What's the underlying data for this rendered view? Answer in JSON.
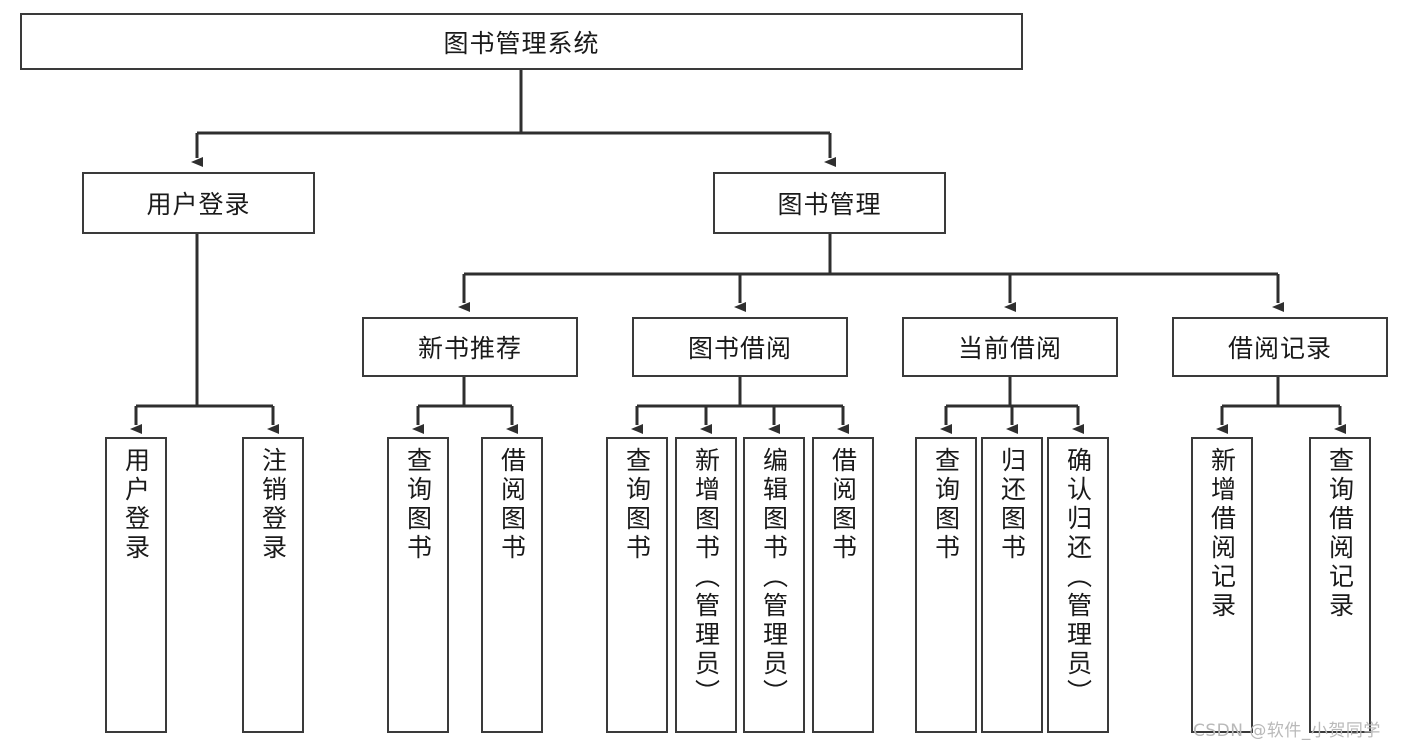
{
  "diagram": {
    "title_text": "图书管理系统",
    "type": "tree-hierarchy",
    "root": {
      "id": "root",
      "label": "图书管理系统"
    },
    "level2": [
      {
        "id": "user-login",
        "label": "用户登录"
      },
      {
        "id": "book-manage",
        "label": "图书管理"
      }
    ],
    "level3": [
      {
        "id": "new-book-rec",
        "label": "新书推荐"
      },
      {
        "id": "book-borrow",
        "label": "图书借阅"
      },
      {
        "id": "current-borrow",
        "label": "当前借阅"
      },
      {
        "id": "borrow-record",
        "label": "借阅记录"
      }
    ],
    "leaves": {
      "user_login": [
        {
          "id": "leaf-user-login",
          "label": "用户登录"
        },
        {
          "id": "leaf-logout-login",
          "label": "注销登录"
        }
      ],
      "new_book_rec": [
        {
          "id": "leaf-query-book-1",
          "label": "查询图书"
        },
        {
          "id": "leaf-borrow-book-1",
          "label": "借阅图书"
        }
      ],
      "book_borrow": [
        {
          "id": "leaf-query-book-2",
          "label": "查询图书"
        },
        {
          "id": "leaf-add-book",
          "label": "新增图书（管理员）"
        },
        {
          "id": "leaf-edit-book",
          "label": "编辑图书（管理员）"
        },
        {
          "id": "leaf-borrow-book-2",
          "label": "借阅图书"
        }
      ],
      "current_borrow": [
        {
          "id": "leaf-query-book-3",
          "label": "查询图书"
        },
        {
          "id": "leaf-return-book",
          "label": "归还图书"
        },
        {
          "id": "leaf-confirm-return",
          "label": "确认归还（管理员）"
        }
      ],
      "borrow_record": [
        {
          "id": "leaf-add-record",
          "label": "新增借阅记录"
        },
        {
          "id": "leaf-query-record",
          "label": "查询借阅记录"
        }
      ]
    }
  },
  "watermark": {
    "text": "CSDN @软件_小贺同学"
  },
  "colors": {
    "box_border": "#3a3a3a",
    "box_fill": "#ffffff",
    "edge": "#2f2f2f",
    "text": "#1a1a1a",
    "watermark": "#b9b9b9",
    "background": "#ffffff"
  }
}
